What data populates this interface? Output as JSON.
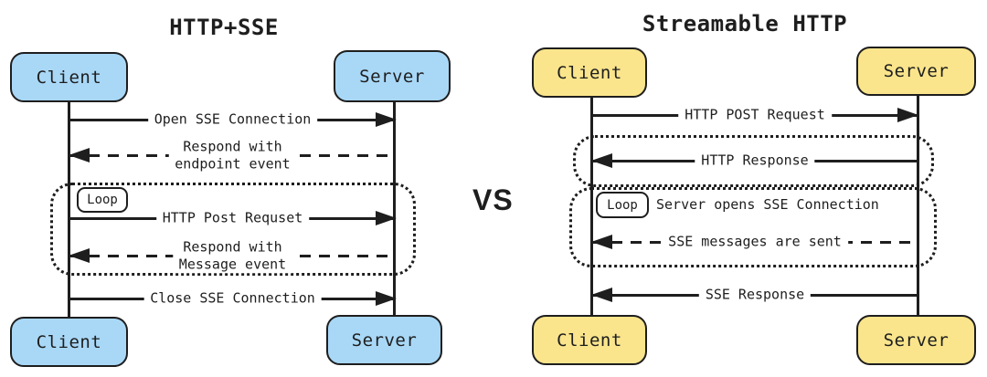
{
  "vs_label": "VS",
  "colors": {
    "blue_fill": "#a9d8f7",
    "yellow_fill": "#fae58c",
    "stroke": "#1e1e1e",
    "background": "#ffffff"
  },
  "left": {
    "title": "HTTP+SSE",
    "actor_client_top": "Client",
    "actor_server_top": "Server",
    "actor_client_bottom": "Client",
    "actor_server_bottom": "Server",
    "loop_label": "Loop",
    "messages": {
      "open_sse": "Open SSE Connection",
      "respond_endpoint_line1": "Respond with",
      "respond_endpoint_line2": "endpoint event",
      "http_post": "HTTP Post Requset",
      "respond_message_line1": "Respond with",
      "respond_message_line2": "Message event",
      "close_sse": "Close SSE Connection"
    }
  },
  "right": {
    "title": "Streamable HTTP",
    "actor_client_top": "Client",
    "actor_server_top": "Server",
    "actor_client_bottom": "Client",
    "actor_server_bottom": "Server",
    "loop_label": "Loop",
    "loop_title": "Server opens SSE Connection",
    "messages": {
      "http_post": "HTTP POST Request",
      "http_response": "HTTP Response",
      "sse_messages": "SSE messages are sent",
      "sse_response": "SSE Response"
    }
  }
}
